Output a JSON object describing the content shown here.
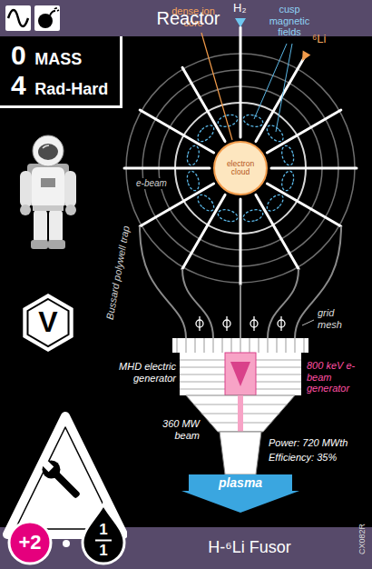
{
  "diagram": {
    "title": "Reactor",
    "nodes": [
      {
        "text": [
          "0",
          "MASS",
          "4",
          "Rad-Hard"
        ]
      },
      {
        "text": [
          "electron cloud"
        ]
      },
      {
        "text": [
          "V"
        ]
      },
      {
        "text": [
          "plasma"
        ]
      },
      {
        "text": [
          "+2"
        ]
      },
      {
        "text": [
          "1",
          "1"
        ]
      },
      {
        "text": [
          "H-⁶Li Fusor"
        ]
      }
    ],
    "labels": [
      "dense ion core",
      "H₂",
      "cusp magnetic fields",
      "⁶Li",
      "e-beam",
      "Bussard polywell trap",
      "grid mesh",
      "MHD electric generator",
      "800 keV e-beam generator",
      "360 MW beam",
      "Power: 720 MWth",
      "Efficiency: 35%",
      "CX082R"
    ]
  }
}
